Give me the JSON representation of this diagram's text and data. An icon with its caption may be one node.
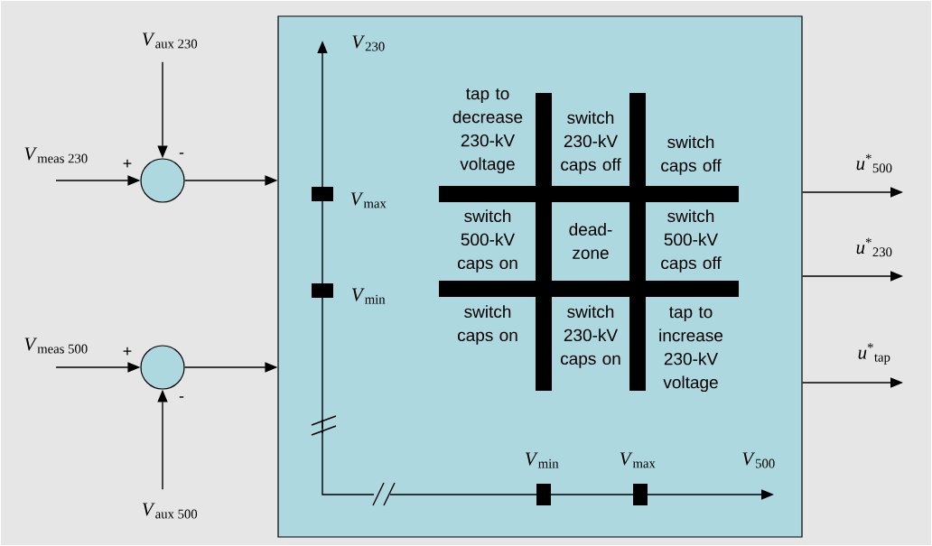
{
  "diagram": {
    "nodes": [
      {
        "text": [
          "*V*$_{meas 230}$"
        ]
      },
      {
        "text": [
          "*V*$_{aux 230}$"
        ]
      },
      {
        "text": [],
        "shape": "circle",
        "beside": [
          "+",
          "-"
        ]
      },
      {
        "text": [
          "*V*$_{meas 500}$"
        ]
      },
      {
        "text": [],
        "shape": "circle",
        "beside": [
          "+",
          "-"
        ]
      },
      {
        "text": [
          "*V*$_{aux 500}$"
        ]
      },
      {
        "text": [],
        "shape": "box"
      }
    ],
    "edges": [
      {
        "from": 0,
        "to": 2,
        "arrow": "to"
      },
      {
        "from": 1,
        "to": 2,
        "arrow": "to"
      },
      {
        "from": 2,
        "to": 6,
        "arrow": "to"
      },
      {
        "from": 3,
        "to": 4,
        "arrow": "to"
      },
      {
        "from": 5,
        "to": 4,
        "arrow": "to"
      },
      {
        "from": 4,
        "to": 6,
        "arrow": "to"
      },
      {
        "from": 6,
        "to": null,
        "arrow": "to",
        "label": "*u*$^{*}$$_{500}$"
      },
      {
        "from": 6,
        "to": null,
        "arrow": "to",
        "label": "*u*$^{*}$$_{230}$"
      },
      {
        "from": 6,
        "to": null,
        "arrow": "to",
        "label": "*u*$^{*}$$_{tap}$"
      }
    ],
    "labels": [
      "*V*$_{230}$",
      "tap to decrease 230-kV voltage",
      "switch 230-kV caps off",
      "switch caps off",
      "*V*$_{max}$",
      "switch 500-kV caps on",
      "dead-zone",
      "switch 500-kV caps off",
      "*V*$_{min}$",
      "switch caps on",
      "switch 230-kV caps on",
      "tap to increase 230-kV voltage",
      "*V*$_{min}$",
      "*V*$_{max}$",
      "*V*$_{500}$"
    ]
  }
}
